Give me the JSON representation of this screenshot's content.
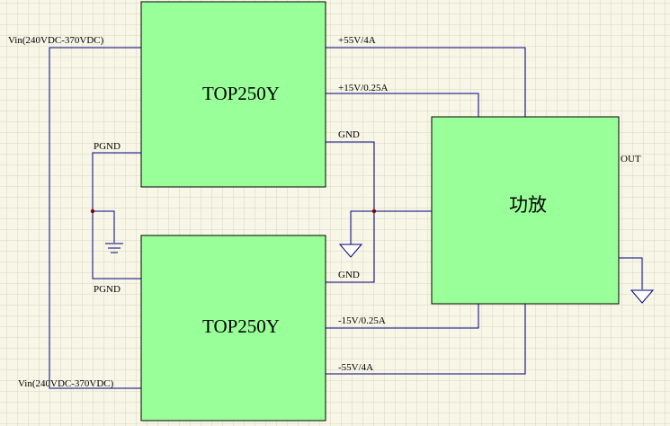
{
  "colors": {
    "background": "#f7f6e7",
    "grid": "#d8d6c0",
    "block_fill": "#99ff99",
    "wire": "#000080",
    "junction": "#800000"
  },
  "blocks": {
    "top_converter": "TOP250Y",
    "bottom_converter": "TOP250Y",
    "amplifier": "功放"
  },
  "labels": {
    "vin_top": "Vin(240VDC-370VDC)",
    "vin_bottom": "Vin(240VDC-370VDC)",
    "pgnd_top": "PGND",
    "pgnd_bottom": "PGND",
    "out_p55": "+55V/4A",
    "out_p15": "+15V/0.25A",
    "gnd_top": "GND",
    "gnd_bottom": "GND",
    "out_n15": "-15V/0.25A",
    "out_n55": "-55V/4A",
    "amp_out": "OUT"
  },
  "icons": {
    "ground_symbols": [
      "ground-icon",
      "ground-icon",
      "ground-icon"
    ]
  }
}
